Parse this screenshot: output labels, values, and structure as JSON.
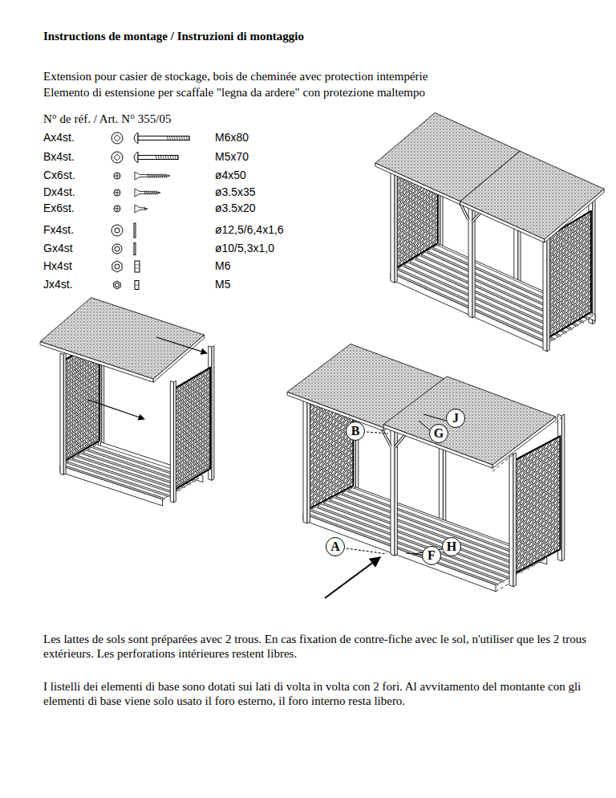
{
  "diagram": {
    "title": "Instructions de montage / Instruzioni di montaggio",
    "nodes": [
      {
        "text": [
          "J"
        ]
      },
      {
        "text": [
          "B"
        ]
      },
      {
        "text": [
          "G"
        ]
      },
      {
        "text": [
          "A"
        ]
      },
      {
        "text": [
          "H"
        ]
      },
      {
        "text": [
          "F"
        ]
      }
    ],
    "labels": [
      "Extension pour casier de stockage, bois de cheminée avec protection intempérie",
      "Elemento di estensione per scaffale \"legna da ardere\" con protezione maltempo",
      "N° de réf. / Art. N° 355/05",
      "Ax4st.",
      "M6x80",
      "Bx4st.",
      "M5x70",
      "Cx6st.",
      "ø4x50",
      "Dx4st.",
      "ø3.5x35",
      "Ex6st.",
      "ø3.5x20",
      "Fx4st.",
      "ø12,5/6,4x1,6",
      "Gx4st",
      "ø10/5,3x1,0",
      "Hx4st",
      "M6",
      "Jx4st.",
      "M5",
      "Les lattes de sols sont préparées avec 2 trous. En cas fixation de contre-fiche avec le sol, n'utiliser que les 2 trous extérieurs. Les perforations intérieures restent libres.",
      "I listelli dei elementi di base sono dotati sui lati di volta in volta con 2 fori. Al avvitamento del montante con gli elementi di base viene solo usato il foro esterno, il foro interno resta libero."
    ]
  }
}
